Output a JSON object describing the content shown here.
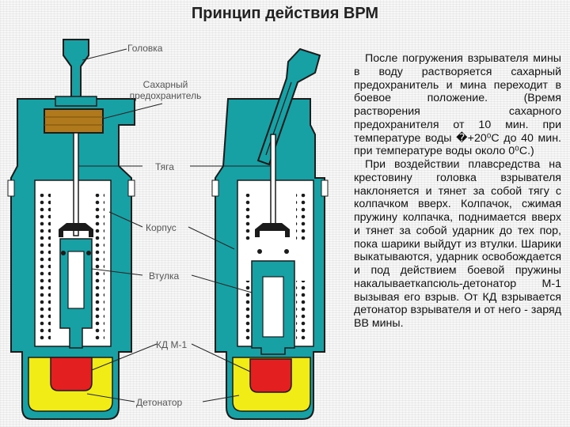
{
  "title": "Принцип действия ВРМ",
  "labels": {
    "head": "Головка",
    "sugar_1": "Сахарный",
    "sugar_2": "предохранитель",
    "rod": "Тяга",
    "body": "Корпус",
    "sleeve": "Втулка",
    "kd": "КД М-1",
    "detonator": "Детонатор"
  },
  "description": {
    "p1": "После погружения взрывателя мины в воду растворяется сахарный предохранитель и мина переходит в боевое положение. (Время растворения сахарного предохранителя от 10 мин. при температуре воды �+20⁰С до 40 мин. при температуре воды около 0⁰С.)",
    "p2": "При воздействии плавсредства на крестовину головка взрывателя наклоняется и тянет за собой тягу с колпачком вверх. Колпачок, сжимая пружину колпачка, поднимается вверх и тянет за собой ударник до тех пор, пока шарики выйдут из втулки. Шарики выкатываются, ударник освобождается и под действием боевой пружины накалываеткапсюль-детонатор М-1 вызывая его взрыв. От КД взрывается детонатор взрывателя и от него - заряд ВВ мины."
  },
  "colors": {
    "teal": "#17a1a5",
    "outline": "#1b1b1b",
    "sugar": "#b07a1c",
    "detonator_yellow": "#f2ec16",
    "kd_red": "#e31f1f"
  }
}
